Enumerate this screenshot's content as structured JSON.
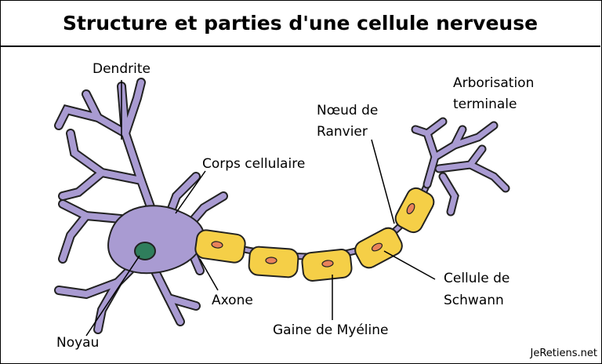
{
  "title": "Structure et parties d'une cellule nerveuse",
  "labels": {
    "dendrite": "Dendrite",
    "corps": "Corps cellulaire",
    "noyau": "Noyau",
    "axone": "Axone",
    "gaine": "Gaine de Myéline",
    "noeud_l1": "Nœud de",
    "noeud_l2": "Ranvier",
    "schwann_l1": "Cellule de",
    "schwann_l2": "Schwann",
    "arbo_l1": "Arborisation",
    "arbo_l2": "terminale"
  },
  "credit": "JeRetiens.net",
  "colors": {
    "neuron": "#a99bd2",
    "nucleus": "#2f7e5c",
    "myelin": "#f5cf47",
    "schwann_nucleus": "#e9825a",
    "outline": "#222222"
  }
}
